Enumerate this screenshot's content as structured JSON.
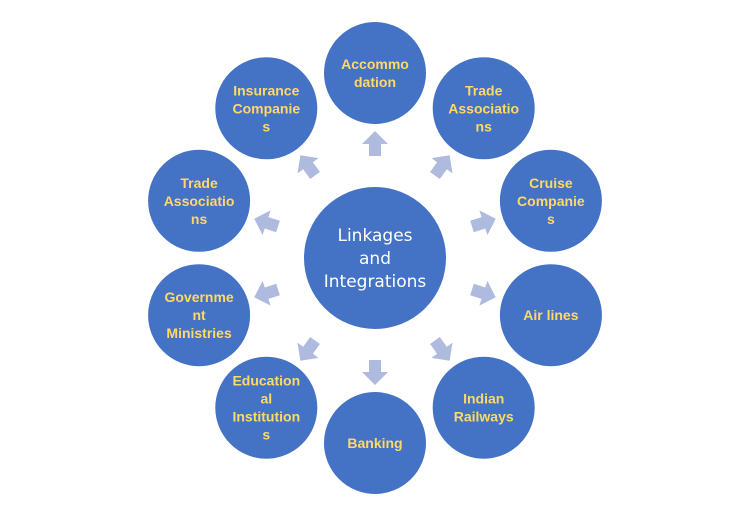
{
  "colors": {
    "circle_fill": "#4472c4",
    "circle_stroke": "#ffffff",
    "arrow_fill": "#aebbdf",
    "node_text": "#ffd966",
    "center_text": "#ffffff",
    "background": "#ffffff"
  },
  "center": {
    "lines": [
      "Linkages",
      "and",
      "Integrations"
    ]
  },
  "nodes": [
    {
      "id": "accommodation",
      "lines": [
        "Accommo",
        "dation"
      ]
    },
    {
      "id": "trade-associations-right",
      "lines": [
        "Trade",
        "Associatio",
        "ns"
      ]
    },
    {
      "id": "cruise-companies",
      "lines": [
        "Cruise",
        "Companie",
        "s"
      ]
    },
    {
      "id": "air-lines",
      "lines": [
        "Air lines"
      ]
    },
    {
      "id": "indian-railways",
      "lines": [
        "Indian",
        "Railways"
      ]
    },
    {
      "id": "banking",
      "lines": [
        "Banking"
      ]
    },
    {
      "id": "educational-institutions",
      "lines": [
        "Education",
        "al",
        "Institution",
        "s"
      ]
    },
    {
      "id": "government-ministries",
      "lines": [
        "Governme",
        "nt",
        "Ministries"
      ]
    },
    {
      "id": "trade-associations-left",
      "lines": [
        "Trade",
        "Associatio",
        "ns"
      ]
    },
    {
      "id": "insurance-companies",
      "lines": [
        "Insurance",
        "Companie",
        "s"
      ]
    }
  ]
}
